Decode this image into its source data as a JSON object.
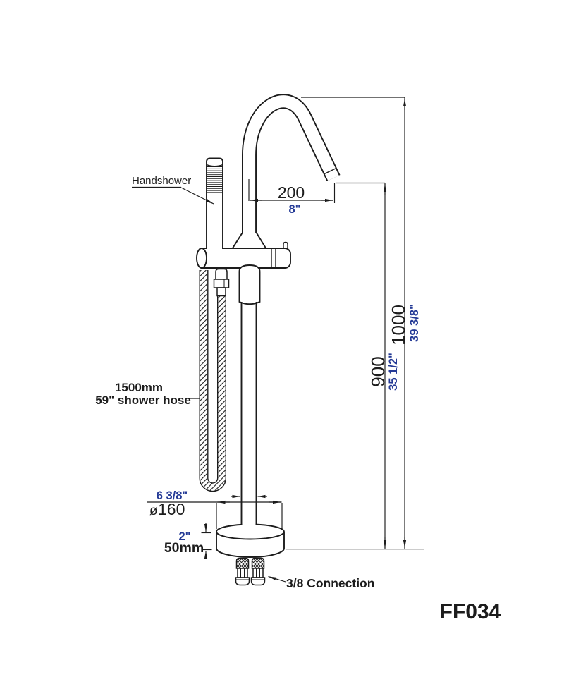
{
  "drawing": {
    "product": {
      "model": "FF034"
    },
    "labels": {
      "handshower": "Handshower",
      "hose_length_mm": "1500mm",
      "hose_length_in": "59\" shower hose",
      "connection": "3/8 Connection"
    },
    "dimensions": {
      "spout_reach_mm": "200",
      "spout_reach_in": "8\"",
      "outlet_height_mm": "900",
      "outlet_height_in": "35 1/2\"",
      "overall_height_mm": "1000",
      "overall_height_in": "39 3/8\"",
      "base_diameter_in": "6 3/8\"",
      "base_diameter_symbol": "ø",
      "base_diameter_mm": "160",
      "base_height_in": "2\"",
      "base_height_mm": "50mm"
    },
    "colors": {
      "line": "#1c1c1c",
      "metric_blue": "#243a96",
      "floor_line": "#9a9a9a"
    }
  }
}
